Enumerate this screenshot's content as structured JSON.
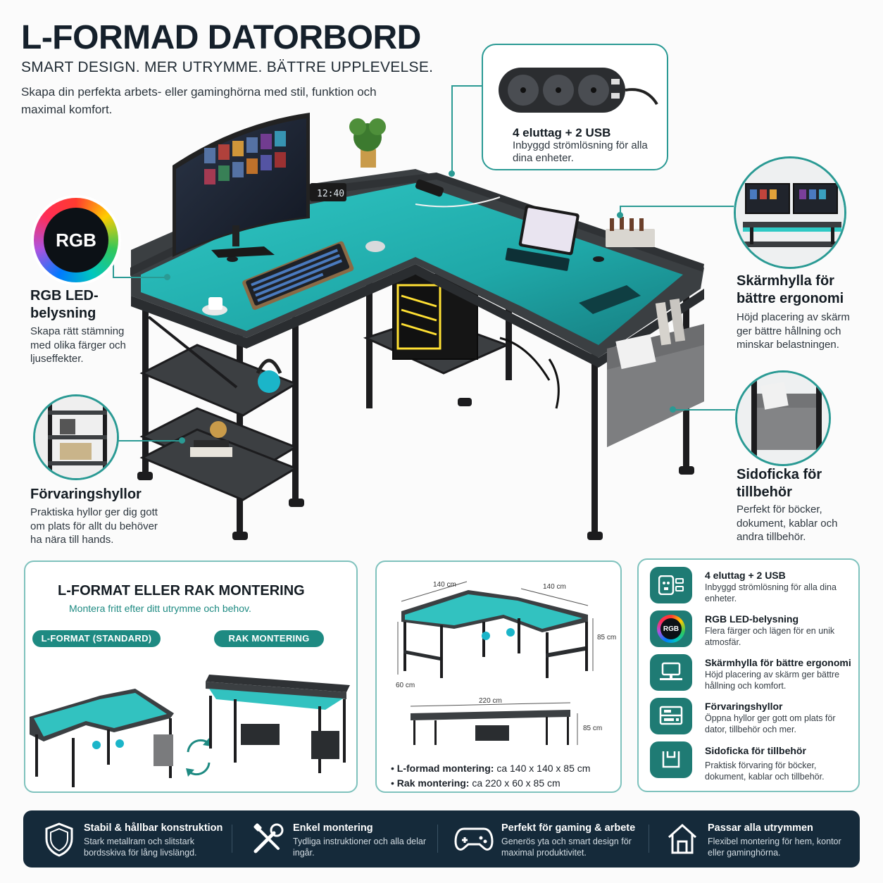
{
  "header": {
    "title": "L-FORMAD DATORBORD",
    "subtitle": "SMART DESIGN. MER UTRYMME. BÄTTRE UPPLEVELSE.",
    "intro": "Skapa din perfekta arbets- eller gaminghörna med stil, funktion och maximal komfort."
  },
  "desk_scene": {
    "clock_text": "12:40"
  },
  "callouts": {
    "power": {
      "title": "4 eluttag + 2 USB",
      "desc": "Inbyggd strömlösning för alla dina enheter."
    },
    "rgb": {
      "badge": "RGB",
      "title": "RGB LED-belysning",
      "desc": "Skapa rätt stämning med olika färger och ljuseffekter."
    },
    "shelves": {
      "title": "Förvaringshyllor",
      "desc": "Praktiska hyllor ger dig gott om plats för allt du behöver ha nära till hands."
    },
    "monitor": {
      "title": "Skärmhylla för bättre ergonomi",
      "desc": "Höjd placering av skärm ger bättre hållning och minskar belastningen."
    },
    "pocket": {
      "title": "Sidoficka för tillbehör",
      "desc": "Perfekt för böcker, dokument, kablar och andra tillbehör."
    }
  },
  "mounting": {
    "title": "L-FORMAT ELLER RAK MONTERING",
    "subtitle": "Montera fritt efter ditt utrymme och behov.",
    "pill_l": "L-FORMAT (STANDARD)",
    "pill_straight": "RAK MONTERING"
  },
  "dimensions": {
    "l_width_a": "140 cm",
    "l_width_b": "140 cm",
    "l_height": "85 cm",
    "l_depth": "60 cm",
    "straight_width": "220 cm",
    "straight_height": "85 cm",
    "bullets": [
      {
        "label": "L-formad montering:",
        "value": "ca 140 x 140 x 85 cm"
      },
      {
        "label": "Rak montering:",
        "value": "ca 220 x 60 x 85 cm"
      }
    ]
  },
  "features": [
    {
      "icon": "power-outlet-icon",
      "title": "4 eluttag + 2 USB",
      "desc": "Inbyggd strömlösning för alla dina enheter."
    },
    {
      "icon": "rgb-icon",
      "badge": "RGB",
      "title": "RGB LED-belysning",
      "desc": "Flera färger och lägen för en unik atmosfär."
    },
    {
      "icon": "monitor-icon",
      "title": "Skärmhylla för bättre ergonomi",
      "desc": "Höjd placering av skärm ger bättre hållning och komfort."
    },
    {
      "icon": "storage-icon",
      "title": "Förvaringshyllor",
      "desc": "Öppna hyllor ger gott om plats för dator, tillbehör och mer."
    },
    {
      "icon": "pocket-icon",
      "title": "Sidoficka för tillbehör",
      "desc": "Praktisk förvaring för böcker, dokument, kablar och tillbehör."
    }
  ],
  "footer": [
    {
      "icon": "shield-icon",
      "title": "Stabil & hållbar konstruktion",
      "desc": "Stark metallram och slitstark bordsskiva för lång livslängd."
    },
    {
      "icon": "tools-icon",
      "title": "Enkel montering",
      "desc": "Tydliga instruktioner och alla delar ingår."
    },
    {
      "icon": "gamepad-icon",
      "title": "Perfekt för gaming & arbete",
      "desc": "Generös yta och smart design för maximal produktivitet."
    },
    {
      "icon": "home-icon",
      "title": "Passar alla utrymmen",
      "desc": "Flexibel montering för hem, kontor eller gaminghörna."
    }
  ],
  "colors": {
    "accent": "#2a9a94",
    "desk_glow": "#3fd0cc",
    "desk_top": "#3b3f42",
    "footer_bg": "#152a3a"
  }
}
